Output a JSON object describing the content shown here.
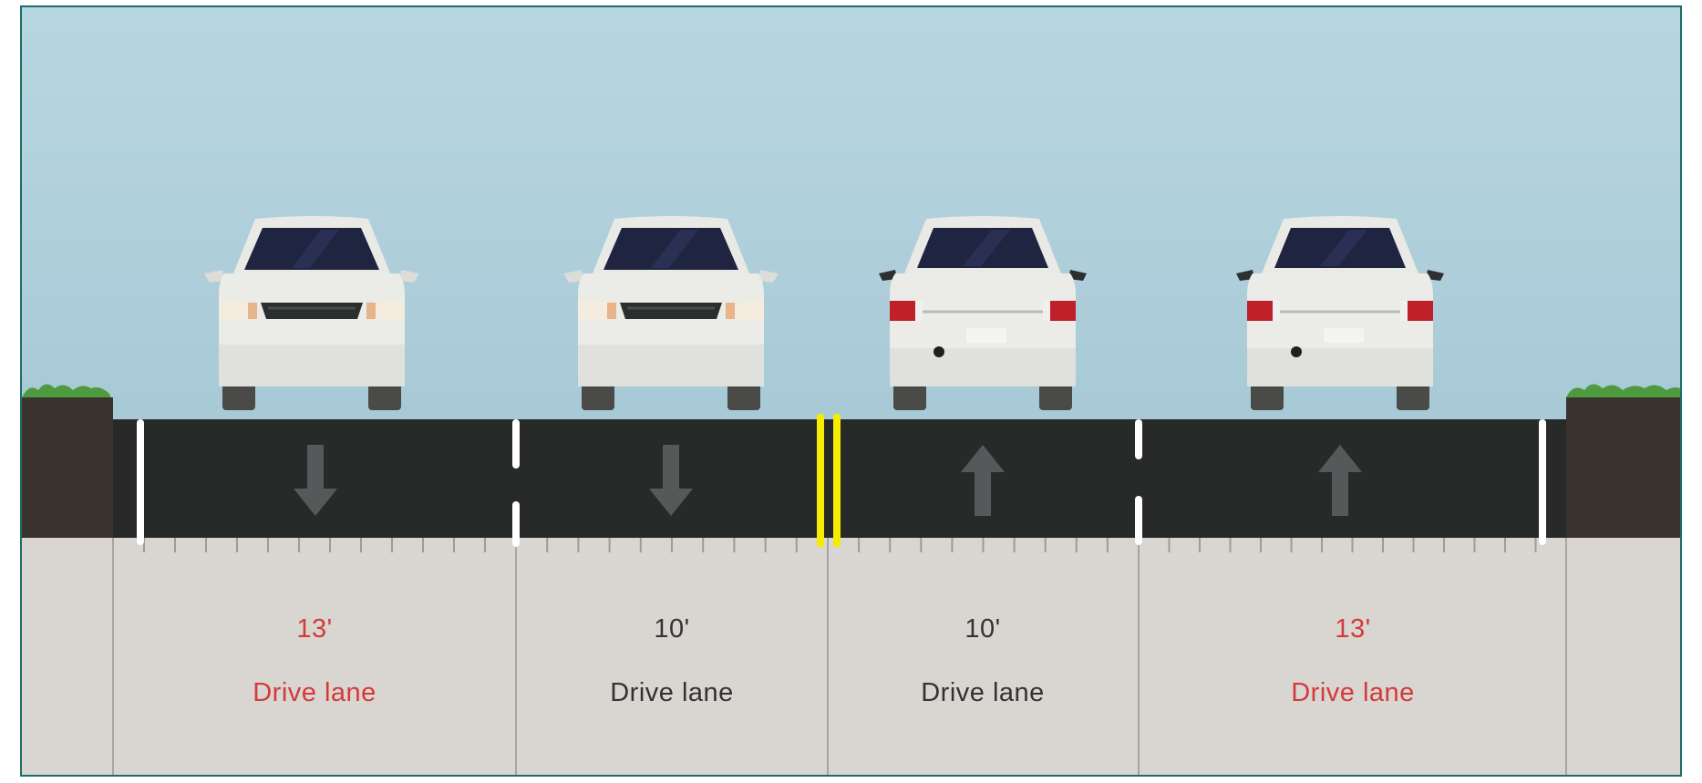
{
  "colors": {
    "sky_top": "#b8d6e0",
    "sky_bottom": "#a7c9d6",
    "ground": "#3a322c",
    "grass": "#4e9a3e",
    "asphalt": "#272a29",
    "arrow": "#55595a",
    "sidewalk_label_area": "#d9d5d0",
    "divider": "#a9a5a0",
    "white_line": "#ffffff",
    "yellow_line": "#f6ec00",
    "warning_text": "#d43a3a",
    "normal_text": "#333333",
    "car_body": "#e6e6e3",
    "car_window": "#1f2440",
    "tail_light": "#c0202a",
    "tire": "#4a4a48",
    "border": "#1d6d66"
  },
  "lanes": [
    {
      "width_label": "13'",
      "name": "Drive lane",
      "direction": "down",
      "warning": true,
      "car_view": "front"
    },
    {
      "width_label": "10'",
      "name": "Drive lane",
      "direction": "down",
      "warning": false,
      "car_view": "front"
    },
    {
      "width_label": "10'",
      "name": "Drive lane",
      "direction": "up",
      "warning": false,
      "car_view": "rear"
    },
    {
      "width_label": "13'",
      "name": "Drive lane",
      "direction": "up",
      "warning": true,
      "car_view": "rear"
    }
  ],
  "icons": [
    "car-front-icon",
    "car-rear-icon",
    "arrow-down-icon",
    "arrow-up-icon"
  ]
}
